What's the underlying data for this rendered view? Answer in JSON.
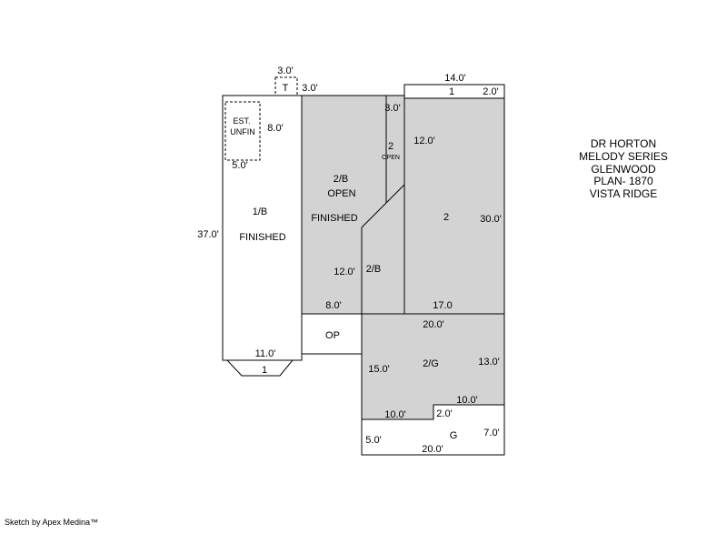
{
  "colors": {
    "background": "#ffffff",
    "area_fill": "#d3d3d3",
    "line": "#000000"
  },
  "labels": {
    "t_name": "T",
    "t_width": "3.0'",
    "t_depth": "3.0'",
    "fl2_top_width": "14.0'",
    "porch_name": "1",
    "porch_depth": "2.0'",
    "est_line1": "EST.",
    "est_line2": "UNFIN",
    "est_height": "8.0'",
    "est_width": "5.0'",
    "b2_name": "2/B",
    "b2_open": "OPEN",
    "b2_finished": "FINISHED",
    "open_strip_width": "3.0'",
    "open_strip_name": "2",
    "open_strip_open": "OPEN",
    "fl2_upper_height": "12.0'",
    "b1_name": "1/B",
    "b1_finished": "FINISHED",
    "b1_height": "37.0'",
    "b1_width": "11.0'",
    "bay_name": "1",
    "fl2_name": "2",
    "fl2_height": "30.0'",
    "fl2_bottom_width": "17.0",
    "b2_col_height": "12.0'",
    "b2_col_name": "2/B",
    "op_width": "8.0'",
    "op_name": "OP",
    "g2_top_width": "20.0'",
    "g2_left_height": "15.0'",
    "g2_name": "2/G",
    "g2_right_height": "13.0'",
    "g_upper_width": "10.0'",
    "g_lower_width": "10.0'",
    "g_step": "2.0'",
    "g_right_height": "7.0'",
    "g_left_height": "5.0'",
    "g_name": "G",
    "g_bottom_width": "20.0'"
  },
  "title_block": [
    "DR HORTON",
    "MELODY SERIES",
    "GLENWOOD",
    "PLAN- 1870",
    "VISTA RIDGE"
  ],
  "credit": "Sketch by Apex Medina™"
}
